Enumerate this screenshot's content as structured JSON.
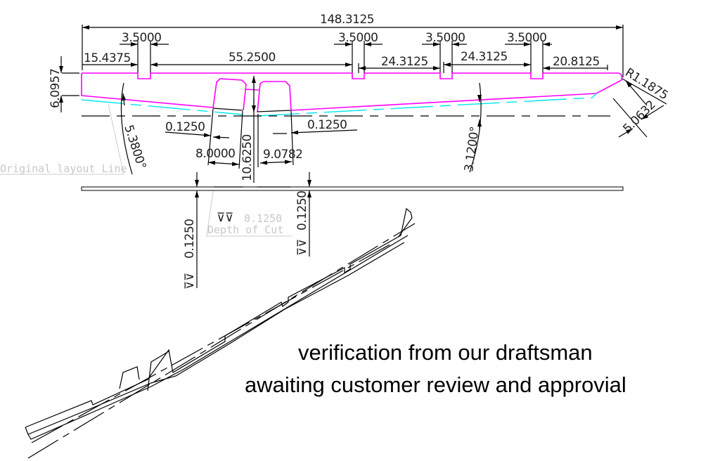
{
  "dimensions": {
    "overall_length": "148.3125",
    "notch_widths": [
      "3.5000",
      "3.5000",
      "3.5000",
      "3.5000"
    ],
    "left_offset": "15.4375",
    "gap_main": "55.2500",
    "span_1": "24.3125",
    "span_2": "24.3125",
    "right_offset": "20.8125",
    "radius": "R1.1875",
    "chamfer": "5.0632",
    "height": "6.0957",
    "angle_left": "5.3800°",
    "angle_right": "3.1200°",
    "tooth_offset_left": "0.1250",
    "tooth_offset_right": "0.1250",
    "tooth_left_width": "8.0000",
    "tooth_right_width": "9.0782",
    "center_height": "10.6250",
    "depth_left": "0.1250",
    "depth_right": "0.1250",
    "depth_note_value": "0.1250"
  },
  "notes": {
    "original_layout": "Original layout Line",
    "depth_of_cut": "Depth of Cut"
  },
  "symbols": {
    "depth": "⊽⊽"
  },
  "message": {
    "line1": "verification from our draftsman",
    "line2": "awaiting customer review and approvial"
  },
  "colors": {
    "profile": "#ff00ff",
    "layout": "#00e5ee",
    "lines": "#000000"
  }
}
